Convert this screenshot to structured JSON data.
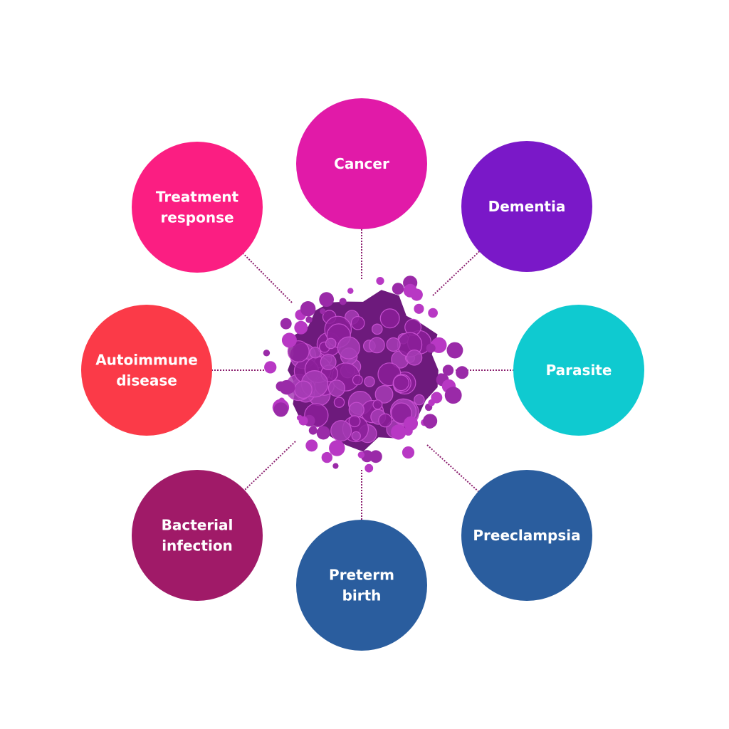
{
  "nodes": [
    {
      "id": "cancer",
      "lines": [
        "Cancer"
      ],
      "color": "#e11aa8"
    },
    {
      "id": "dementia",
      "lines": [
        "Dementia"
      ],
      "color": "#7a18c8"
    },
    {
      "id": "parasite",
      "lines": [
        "Parasite"
      ],
      "color": "#0fcad0"
    },
    {
      "id": "preeclampsia",
      "lines": [
        "Preeclampsia"
      ],
      "color": "#2a5d9e"
    },
    {
      "id": "preterm-birth",
      "lines": [
        "Preterm",
        "birth"
      ],
      "color": "#2a5d9e"
    },
    {
      "id": "bacterial-infection",
      "lines": [
        "Bacterial",
        "infection"
      ],
      "color": "#a01a68"
    },
    {
      "id": "autoimmune-disease",
      "lines": [
        "Autoimmune",
        "disease"
      ],
      "color": "#fb3a48"
    },
    {
      "id": "treatment-response",
      "lines": [
        "Treatment",
        "response"
      ],
      "color": "#fb1e82"
    }
  ],
  "hub": {
    "color": "#8b1e99",
    "highlight": "#c64fd0"
  }
}
